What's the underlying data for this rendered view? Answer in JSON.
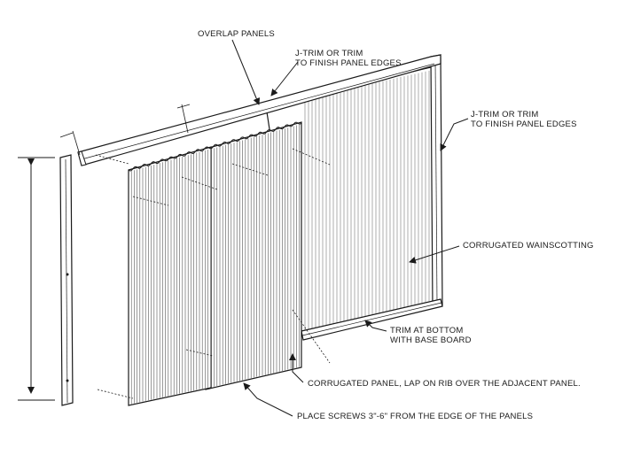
{
  "labels": {
    "overlap_panels": "OVERLAP PANELS",
    "jtrim_top_line1": "J-TRIM OR TRIM",
    "jtrim_top_line2": "TO FINISH PANEL EDGES",
    "jtrim_right_line1": "J-TRIM OR TRIM",
    "jtrim_right_line2": "TO FINISH PANEL EDGES",
    "corrugated_wainscotting": "CORRUGATED WAINSCOTTING",
    "trim_bottom_line1": "TRIM AT BOTTOM",
    "trim_bottom_line2": "WITH BASE BOARD",
    "corrugated_panel": "CORRUGATED PANEL, LAP ON RIB OVER THE ADJACENT PANEL.",
    "place_screws": "PLACE SCREWS 3\"-6\" FROM THE EDGE OF THE PANELS"
  },
  "colors": {
    "line": "#1a1a1a",
    "panel_fill": "#ffffff",
    "rib": "#555555"
  }
}
